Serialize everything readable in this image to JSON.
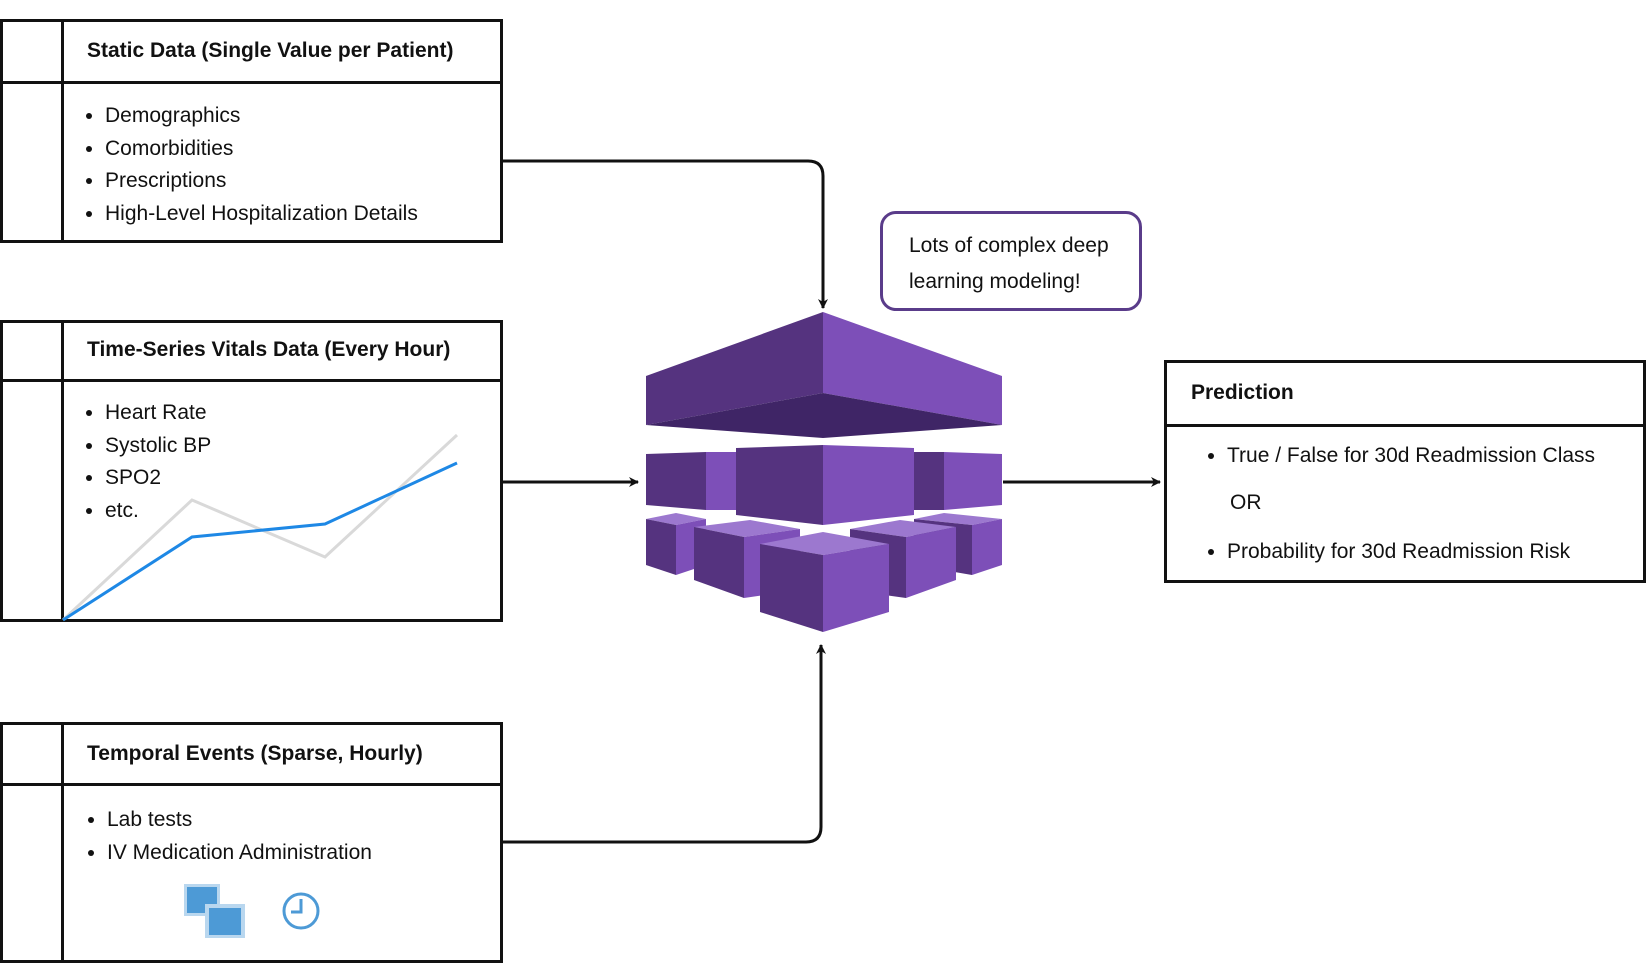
{
  "static_box": {
    "title": "Static Data (Single Value per Patient)",
    "items": [
      "Demographics",
      "Comorbidities",
      "Prescriptions",
      "High-Level Hospitalization Details"
    ]
  },
  "timeseries_box": {
    "title": "Time-Series Vitals Data (Every Hour)",
    "items": [
      "Heart Rate",
      "Systolic BP",
      "SPO2",
      "etc."
    ]
  },
  "temporal_box": {
    "title": "Temporal Events (Sparse, Hourly)",
    "items": [
      "Lab tests",
      "IV Medication Administration"
    ]
  },
  "note": {
    "line1": "Lots of complex deep",
    "line2": "learning modeling!"
  },
  "prediction_box": {
    "title": "Prediction",
    "item1": "True / False for 30d Readmission Class",
    "or_text": "OR",
    "item2": "Probability for 30d Readmission Risk"
  },
  "colors": {
    "model_purple_dark": "#55337f",
    "model_purple_light": "#7d4fb8",
    "note_border": "#5a3c8a",
    "series_blue": "#1e88e5",
    "series_gray": "#d9d9d9",
    "icon_blue": "#4d9ad6"
  }
}
